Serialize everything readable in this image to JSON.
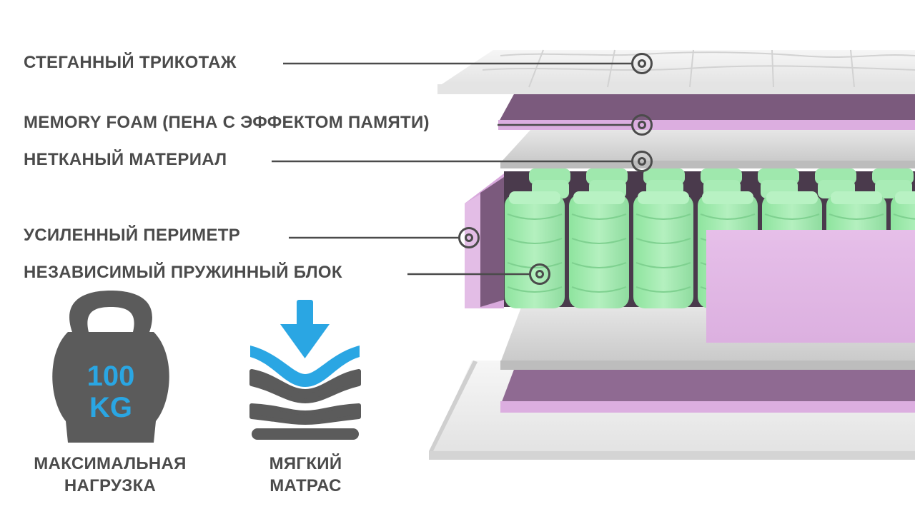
{
  "labels": {
    "quilted_knit": "СТЕГАННЫЙ ТРИКОТАЖ",
    "memory_foam": "MEMORY FOAM (ПЕНА С ЭФФЕКТОМ ПАМЯТИ)",
    "nonwoven": "НЕТКАНЫЙ МАТЕРИАЛ",
    "perimeter": "УСИЛЕННЫЙ ПЕРИМЕТР",
    "spring_block": "НЕЗАВИСИМЫЙ ПРУЖИННЫЙ БЛОК"
  },
  "badges": {
    "kettlebell_value": "100",
    "kettlebell_unit": "KG",
    "max_load_line1": "МАКСИМАЛЬНАЯ",
    "max_load_line2": "НАГРУЗКА",
    "soft_line1": "МЯГКИЙ",
    "soft_line2": "МАТРАС"
  },
  "colors": {
    "text": "#4b4b4b",
    "leader": "#4b4b4b",
    "purple_dark": "#7a5a7c",
    "purple_light": "#d7a8dc",
    "spring_green": "#9ee8ac",
    "gray_layer": "#d6d6d6",
    "quilt": "#ececec",
    "accent_blue": "#2aa6e3",
    "icon_gray": "#5b5b5b"
  },
  "icons": [
    "target-icon",
    "kettlebell-icon",
    "soft-mattress-icon",
    "down-arrow-icon"
  ]
}
